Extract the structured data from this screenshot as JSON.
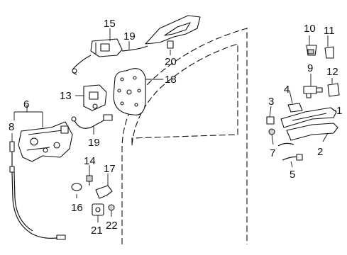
{
  "diagram": {
    "callouts": [
      {
        "id": "c1",
        "text": "1"
      },
      {
        "id": "c2",
        "text": "2"
      },
      {
        "id": "c3",
        "text": "3"
      },
      {
        "id": "c4",
        "text": "4"
      },
      {
        "id": "c5",
        "text": "5"
      },
      {
        "id": "c6",
        "text": "6"
      },
      {
        "id": "c7",
        "text": "7"
      },
      {
        "id": "c8",
        "text": "8"
      },
      {
        "id": "c9",
        "text": "9"
      },
      {
        "id": "c10",
        "text": "10"
      },
      {
        "id": "c11",
        "text": "11"
      },
      {
        "id": "c12",
        "text": "12"
      },
      {
        "id": "c13",
        "text": "13"
      },
      {
        "id": "c14",
        "text": "14"
      },
      {
        "id": "c15",
        "text": "15"
      },
      {
        "id": "c16",
        "text": "16"
      },
      {
        "id": "c17",
        "text": "17"
      },
      {
        "id": "c18",
        "text": "18"
      },
      {
        "id": "c19a",
        "text": "19"
      },
      {
        "id": "c19b",
        "text": "19"
      },
      {
        "id": "c20",
        "text": "20"
      },
      {
        "id": "c21",
        "text": "21"
      },
      {
        "id": "c22",
        "text": "22"
      }
    ]
  }
}
